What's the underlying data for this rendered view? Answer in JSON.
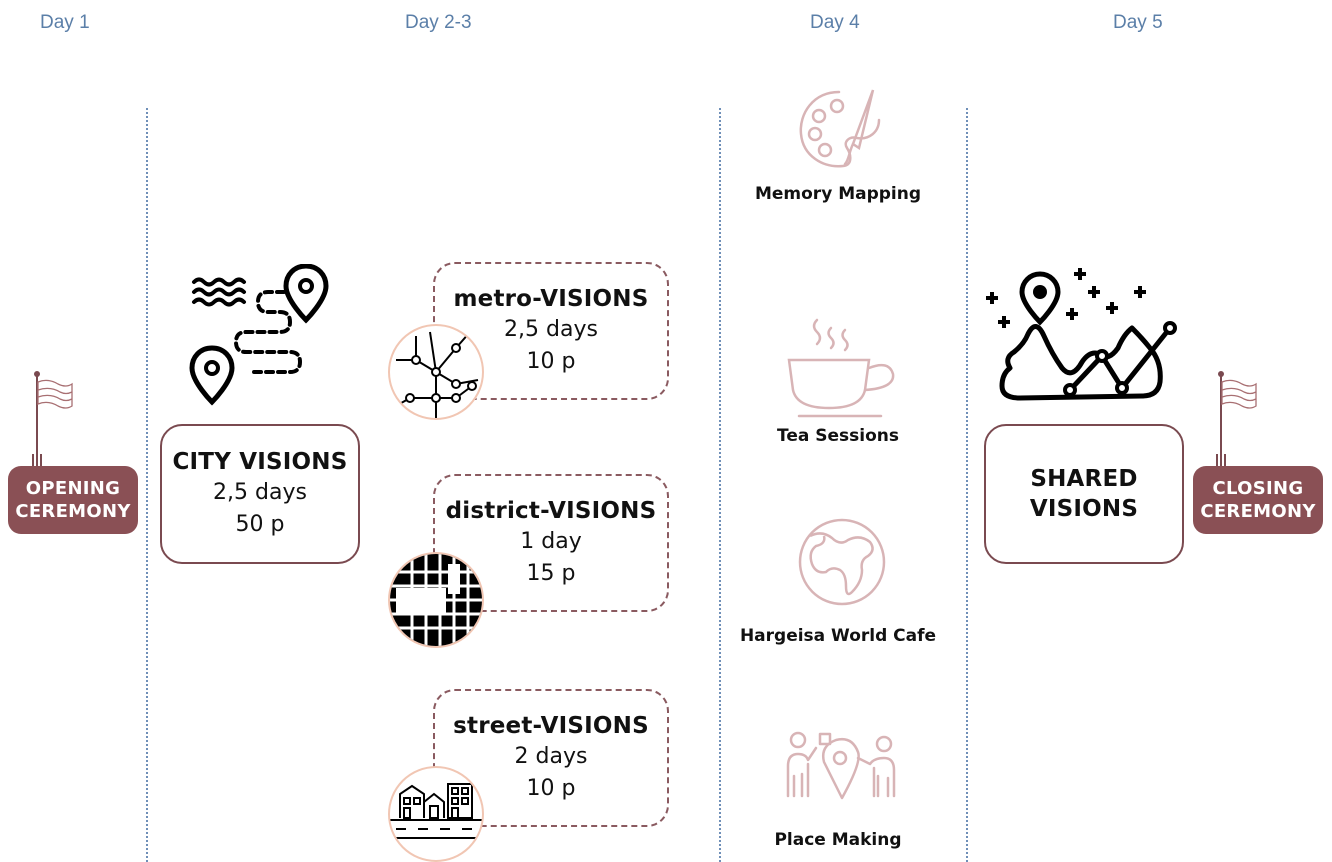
{
  "days": [
    "Day 1",
    "Day 2-3",
    "Day 4",
    "Day 5"
  ],
  "opening": {
    "line1": "OPENING",
    "line2": "CEREMONY"
  },
  "closing": {
    "line1": "CLOSING",
    "line2": "CEREMONY"
  },
  "city": {
    "title": "CITY VISIONS",
    "duration": "2,5 days",
    "people": "50 p"
  },
  "metro": {
    "title": "metro-VISIONS",
    "duration": "2,5 days",
    "people": "10 p"
  },
  "district": {
    "title": "district-VISIONS",
    "duration": "1 day",
    "people": "15 p"
  },
  "street": {
    "title": "street-VISIONS",
    "duration": "2 days",
    "people": "10 p"
  },
  "activities": [
    "Memory Mapping",
    "Tea Sessions",
    "Hargeisa World Cafe",
    "Place Making"
  ],
  "shared": {
    "line1": "SHARED",
    "line2": "VISIONS"
  },
  "colors": {
    "day_text": "#5b7fa8",
    "divider": "#6f8fb8",
    "box_border": "#7a4a50",
    "pill": "#8a5055",
    "activity_icon": "#d8b4b6",
    "circle_border": "#f1c6b3"
  },
  "icons": [
    "flag-icon",
    "waves-route-pin-icon",
    "metro-network-icon",
    "district-grid-icon",
    "street-buildings-icon",
    "palette-icon",
    "teacup-icon",
    "globe-icon",
    "place-making-icon",
    "shared-map-icon"
  ]
}
